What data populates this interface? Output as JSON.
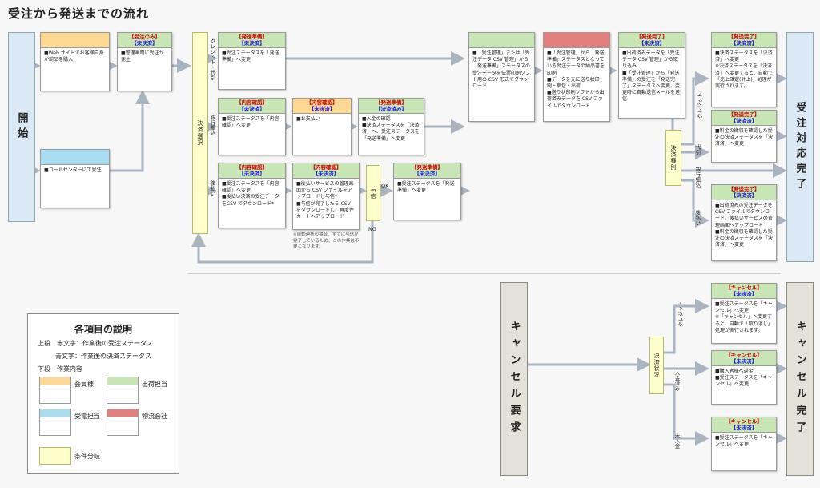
{
  "title": "受注から発送までの流れ",
  "panels": {
    "start": "開始",
    "end": "受注対応完了",
    "cancel_request": "キャンセル要求",
    "cancel_done": "キャンセル完了"
  },
  "conditions": {
    "payment_select": "決済選択",
    "credit_check": "与信",
    "payment_type": "決済種別",
    "payment_status": "決済状況"
  },
  "labels": {
    "credit_cod": "クレジット・代引",
    "bank": "銀行振込",
    "postpay": "後払い",
    "ok": "OK",
    "ng": "NG",
    "credit": "クレジット",
    "cod": "代引",
    "bank2": "銀行振込",
    "postpay2": "後払い",
    "cancel_credit": "クレジット",
    "cancel_paid": "入金済み",
    "cancel_unpaid": "未入金"
  },
  "boxes": {
    "web": {
      "head_red": "",
      "head_blue": "",
      "body": "■Web サイトでお客様自身が商品を購入"
    },
    "order_only": {
      "head_red": "【受注のみ】",
      "head_blue": "【未決済】",
      "body": "■管理画面に受注が発生"
    },
    "call": {
      "head_red": "",
      "head_blue": "",
      "body": "■コールセンターにて受注"
    },
    "r1_ship": {
      "head_red": "【発送準備】",
      "head_blue": "【未決済】",
      "body": "■受注ステータスを「発送準備」へ変更"
    },
    "r2_confirm": {
      "head_red": "【内容確認】",
      "head_blue": "【未決済】",
      "body": "■受注ステータスを「内容確認」へ変更"
    },
    "r2_pay": {
      "head_red": "【内容確認】",
      "head_blue": "【未決済】",
      "body": "■お支払い"
    },
    "r2_settled": {
      "head_red": "【発送準備】",
      "head_blue": "【決済済み】",
      "body": "■入金の確認\n■決済ステータスを「決済済」へ、受注ステータスを「発送準備」へ変更"
    },
    "r3_confirm": {
      "head_red": "【内容確認】",
      "head_blue": "【未決済】",
      "body": "■受注ステータスを「内容確認」へ変更\n■後払い決済の受注データをCSV でダウンロード*"
    },
    "r3_upload": {
      "head_red": "【内容確認】",
      "head_blue": "【未決済】",
      "body": "■後払いサービスの管理画面から CSV ファイルをアップロードし与信*\n■与信が完了したら CSV をダウンロードし、再度件カートへアップロード"
    },
    "r3_ship": {
      "head_red": "【発送準備】",
      "head_blue": "【未決済】",
      "body": "■受注ステータスを「発送準備」へ変更"
    },
    "manage": {
      "head_red": "",
      "head_blue": "",
      "body": "■「受注管理」または「受注データ CSV 管理」から「発送準備」ステータスの受注データを伝票印刷ソフト用の CSV 形式でダウンロード"
    },
    "logistics": {
      "head_red": "",
      "head_blue": "",
      "body": "■「受注管理」から「発送準備」ステータスとなっている受注データの納品書を印刷\n■データを元に送り状印刷・梱包・出荷\n■送り状印刷ソフトから出荷済みデータを CSV ファイルでダウンロード"
    },
    "done": {
      "head_red": "【発送完了】",
      "head_blue": "【未決済】",
      "body": "■出荷済みデータを「受注データ CSV 管理」から取り込み\n■「受注管理」から「発送準備」の受注を「発送完了」ステータスへ変更。変更時に自動送信メールを送信"
    },
    "e_credit": {
      "head_red": "【発送完了】",
      "head_blue": "【決済済】",
      "body": "■決済ステータスを「決済済」へ変更\n※決済ステータスを「決済済」へ変更すると、自動で「売上確定(計上)」処理が実行されます。"
    },
    "e_cod": {
      "head_red": "【発送完了】",
      "head_blue": "【決済済】",
      "body": "■料金の徴収を確認した受注の決済ステータスを「決済済」へ変更"
    },
    "e_post": {
      "head_red": "【発送完了】",
      "head_blue": "【決済済】",
      "body": "■出荷済みの受注データを CSV ファイルでダウンロード。後払いサービスの管理画面へアップロード\n■料金の徴収を確認した受注の決済ステータスを「決済済」へ変更"
    },
    "c_credit": {
      "head_red": "【キャンセル】",
      "head_blue": "【未決済】",
      "body": "■受注ステータスを「キャンセル」へ変更\n※「キャンセル」へ変更すると、自動で「取り消し」処理が実行されます。"
    },
    "c_paid": {
      "head_red": "【キャンセル】",
      "head_blue": "【未決済】",
      "body": "■購入者様へ返金\n■受注ステータスを「キャンセル」へ変更"
    },
    "c_unpaid": {
      "head_red": "【キャンセル】",
      "head_blue": "【未決済】",
      "body": "■受注ステータスを「キャンセル」へ変更"
    }
  },
  "notes": {
    "auto": "※自動連携の場合、すでに与信が完了しているため、この作業は不要となります。"
  },
  "legend": {
    "title": "各項目の説明",
    "upper": "上段　赤文字：作業後の受注ステータス",
    "upper2": "青文字：作業後の決済ステータス",
    "lower": "下段　作業内容",
    "member": "会員様",
    "shipping": "出荷担当",
    "phone": "受電担当",
    "logistics": "物流会社",
    "branch": "条件分岐"
  },
  "colors": {
    "green": "#c8e6b5",
    "orange": "#fcd893",
    "blue": "#a8dcf0",
    "red": "#e17f7f",
    "yellow": "#ffffcc",
    "panel_blue": "#dbe9f7",
    "panel_gray": "#e3e1d8"
  }
}
